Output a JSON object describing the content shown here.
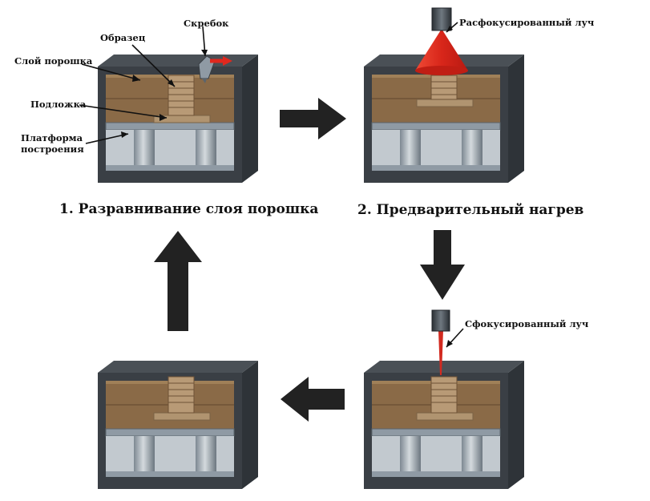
{
  "labels": {
    "powder_layer": "Слой порошка",
    "sample": "Образец",
    "scraper": "Скребок",
    "substrate": "Подложка",
    "build_platform": "Платформа построения",
    "defocused_beam": "Расфокусированный луч",
    "focused_beam": "Сфокусированный луч"
  },
  "captions": {
    "step1": "1. Разравнивание слоя порошка",
    "step2": "2. Предварительный нагрев"
  },
  "colors": {
    "frame": "#3a3f45",
    "frame_side": "#55595e",
    "powder": "#8a6a47",
    "powder_dark": "#6e5236",
    "substrate": "#b09470",
    "plate": "#8f9aa4",
    "cylinder": "#aab4bc",
    "beam_defocused": "#e22a1c",
    "beam_focused": "#d22a20",
    "scraper_arrow": "#e0281e",
    "flow_arrow": "#222222"
  },
  "icons": [
    "flow-arrow-right",
    "flow-arrow-down",
    "flow-arrow-left",
    "flow-arrow-up",
    "electron-gun-icon",
    "scraper-icon"
  ]
}
